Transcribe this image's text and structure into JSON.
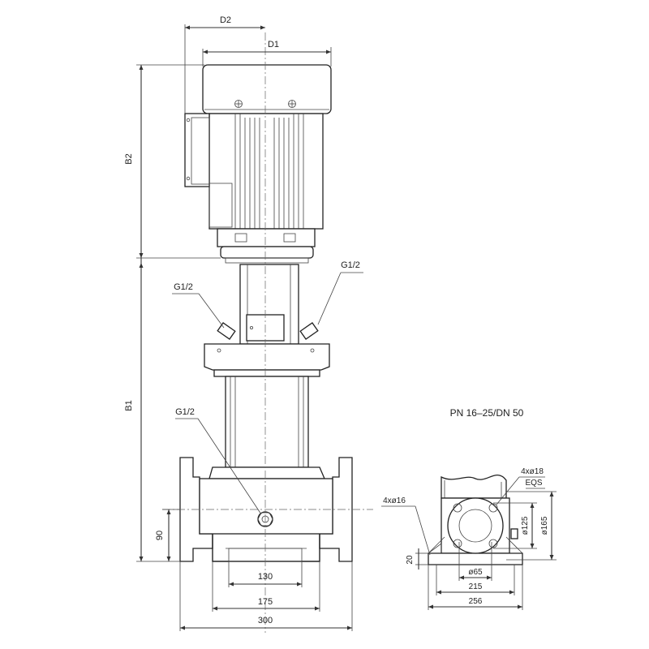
{
  "dimensions": {
    "d2": "D2",
    "d1": "D1",
    "b2": "B2",
    "b1": "B1",
    "h90": "90",
    "w130": "130",
    "w175": "175",
    "w300": "300"
  },
  "ports": {
    "top_left": "G1/2",
    "top_right": "G1/2",
    "lower": "G1/2"
  },
  "flange_view": {
    "rating": "PN 16–25/DN 50",
    "holes_top": "4xø18",
    "eqs": "EQS",
    "holes_base": "4xø16",
    "d125": "ø125",
    "d165": "ø165",
    "d65": "ø65",
    "h20": "20",
    "w215": "215",
    "w256": "256"
  }
}
